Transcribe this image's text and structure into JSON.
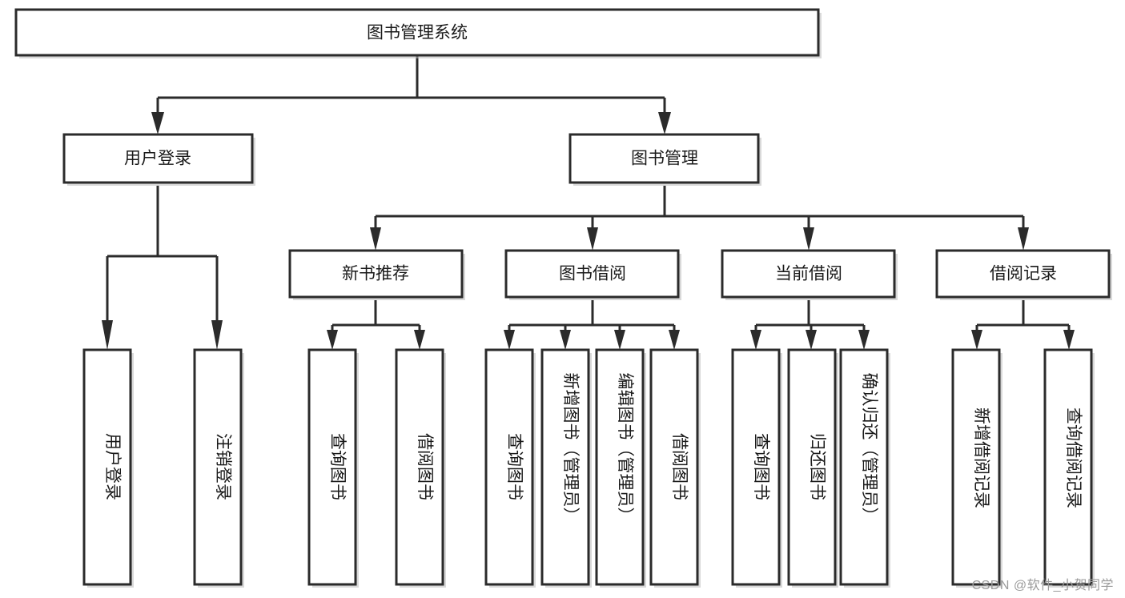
{
  "diagram": {
    "type": "tree-hierarchy",
    "title": "图书管理系统",
    "watermark": "CSDN @软件_小贺同学",
    "colors": {
      "box_stroke": "#2b2b2b",
      "box_fill": "#ffffff",
      "text": "#1a1a1a",
      "connector": "#2b2b2b",
      "shadow": "#b9b9b9",
      "watermark": "#9a9a9a",
      "background": "#ffffff"
    },
    "levels": [
      {
        "level": 1,
        "nodes": [
          {
            "id": "root",
            "label": "图书管理系统",
            "orientation": "horizontal"
          }
        ]
      },
      {
        "level": 2,
        "nodes": [
          {
            "id": "login",
            "label": "用户登录",
            "orientation": "horizontal",
            "parent": "root"
          },
          {
            "id": "bookmgmt",
            "label": "图书管理",
            "orientation": "horizontal",
            "parent": "root"
          }
        ]
      },
      {
        "level": 3,
        "nodes": [
          {
            "id": "newbook",
            "label": "新书推荐",
            "orientation": "horizontal",
            "parent": "bookmgmt"
          },
          {
            "id": "borrow",
            "label": "图书借阅",
            "orientation": "horizontal",
            "parent": "bookmgmt"
          },
          {
            "id": "current",
            "label": "当前借阅",
            "orientation": "horizontal",
            "parent": "bookmgmt"
          },
          {
            "id": "record",
            "label": "借阅记录",
            "orientation": "horizontal",
            "parent": "bookmgmt"
          }
        ]
      },
      {
        "level": 4,
        "nodes": [
          {
            "id": "leaf-1",
            "label": "用户登录",
            "orientation": "vertical",
            "parent": "login"
          },
          {
            "id": "leaf-2",
            "label": "注销登录",
            "orientation": "vertical",
            "parent": "login"
          },
          {
            "id": "leaf-3",
            "label": "查询图书",
            "orientation": "vertical",
            "parent": "newbook"
          },
          {
            "id": "leaf-4",
            "label": "借阅图书",
            "orientation": "vertical",
            "parent": "newbook"
          },
          {
            "id": "leaf-5",
            "label": "查询图书",
            "orientation": "vertical",
            "parent": "borrow"
          },
          {
            "id": "leaf-6",
            "label": "新增图书（管理员）",
            "orientation": "vertical",
            "parent": "borrow"
          },
          {
            "id": "leaf-7",
            "label": "编辑图书（管理员）",
            "orientation": "vertical",
            "parent": "borrow"
          },
          {
            "id": "leaf-8",
            "label": "借阅图书",
            "orientation": "vertical",
            "parent": "borrow"
          },
          {
            "id": "leaf-9",
            "label": "查询图书",
            "orientation": "vertical",
            "parent": "current"
          },
          {
            "id": "leaf-10",
            "label": "归还图书",
            "orientation": "vertical",
            "parent": "current"
          },
          {
            "id": "leaf-11",
            "label": "确认归还（管理员）",
            "orientation": "vertical",
            "parent": "current"
          },
          {
            "id": "leaf-12",
            "label": "新增借阅记录",
            "orientation": "vertical",
            "parent": "record"
          },
          {
            "id": "leaf-13",
            "label": "查询借阅记录",
            "orientation": "vertical",
            "parent": "record"
          }
        ]
      }
    ]
  }
}
